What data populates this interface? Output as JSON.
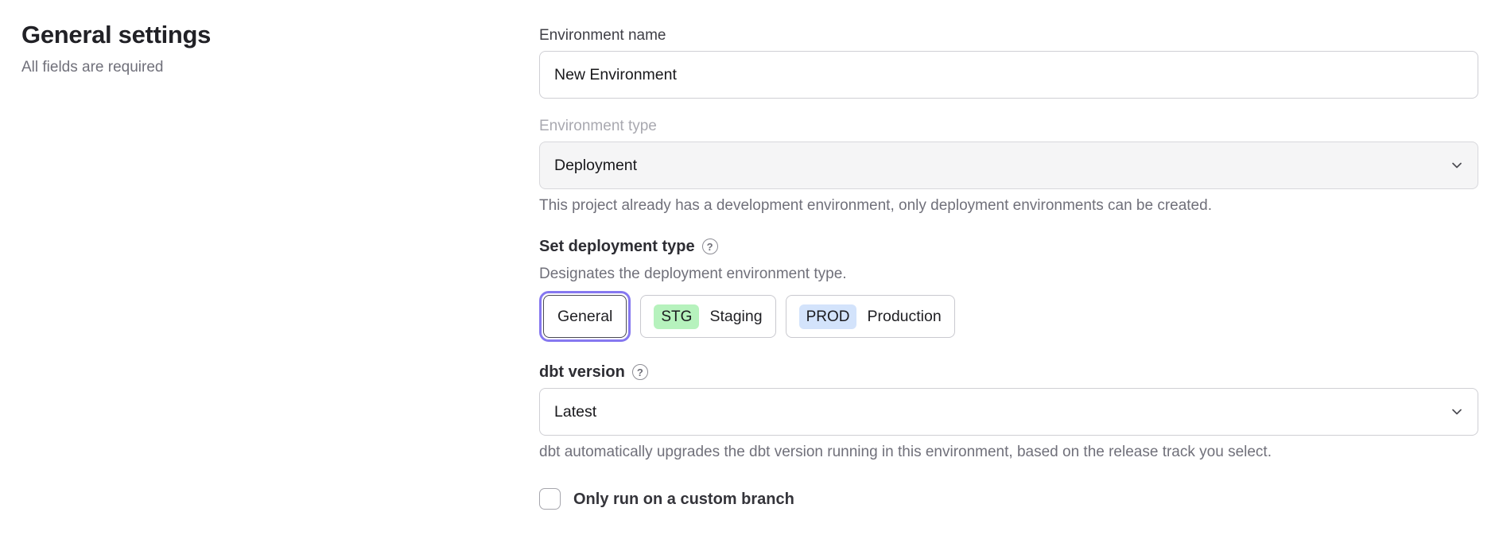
{
  "header": {
    "title": "General settings",
    "subtitle": "All fields are required"
  },
  "form": {
    "environment_name": {
      "label": "Environment name",
      "value": "New Environment"
    },
    "environment_type": {
      "label": "Environment type",
      "value": "Deployment",
      "disabled": true,
      "helper": "This project already has a development environment, only deployment environments can be created."
    },
    "deployment_type": {
      "label": "Set deployment type",
      "description": "Designates the deployment environment type.",
      "options": [
        {
          "label": "General",
          "selected": true
        },
        {
          "badge": "STG",
          "label": "Staging",
          "badge_color": "#b6f2bd",
          "selected": false
        },
        {
          "badge": "PROD",
          "label": "Production",
          "badge_color": "#d3e3fb",
          "selected": false
        }
      ]
    },
    "dbt_version": {
      "label": "dbt version",
      "value": "Latest",
      "helper": "dbt automatically upgrades the dbt version running in this environment, based on the release track you select."
    },
    "custom_branch": {
      "label": "Only run on a custom branch",
      "checked": false
    }
  },
  "icons": {
    "question_glyph": "?"
  },
  "colors": {
    "accent_purple": "#8678f0",
    "badge_green": "#b6f2bd",
    "badge_blue": "#d3e3fb",
    "text_dark": "#212126",
    "text_gray": "#70707a",
    "disabled_label": "#a9a9b0",
    "input_border": "#cfcfd4",
    "disabled_bg": "#f5f5f6"
  }
}
